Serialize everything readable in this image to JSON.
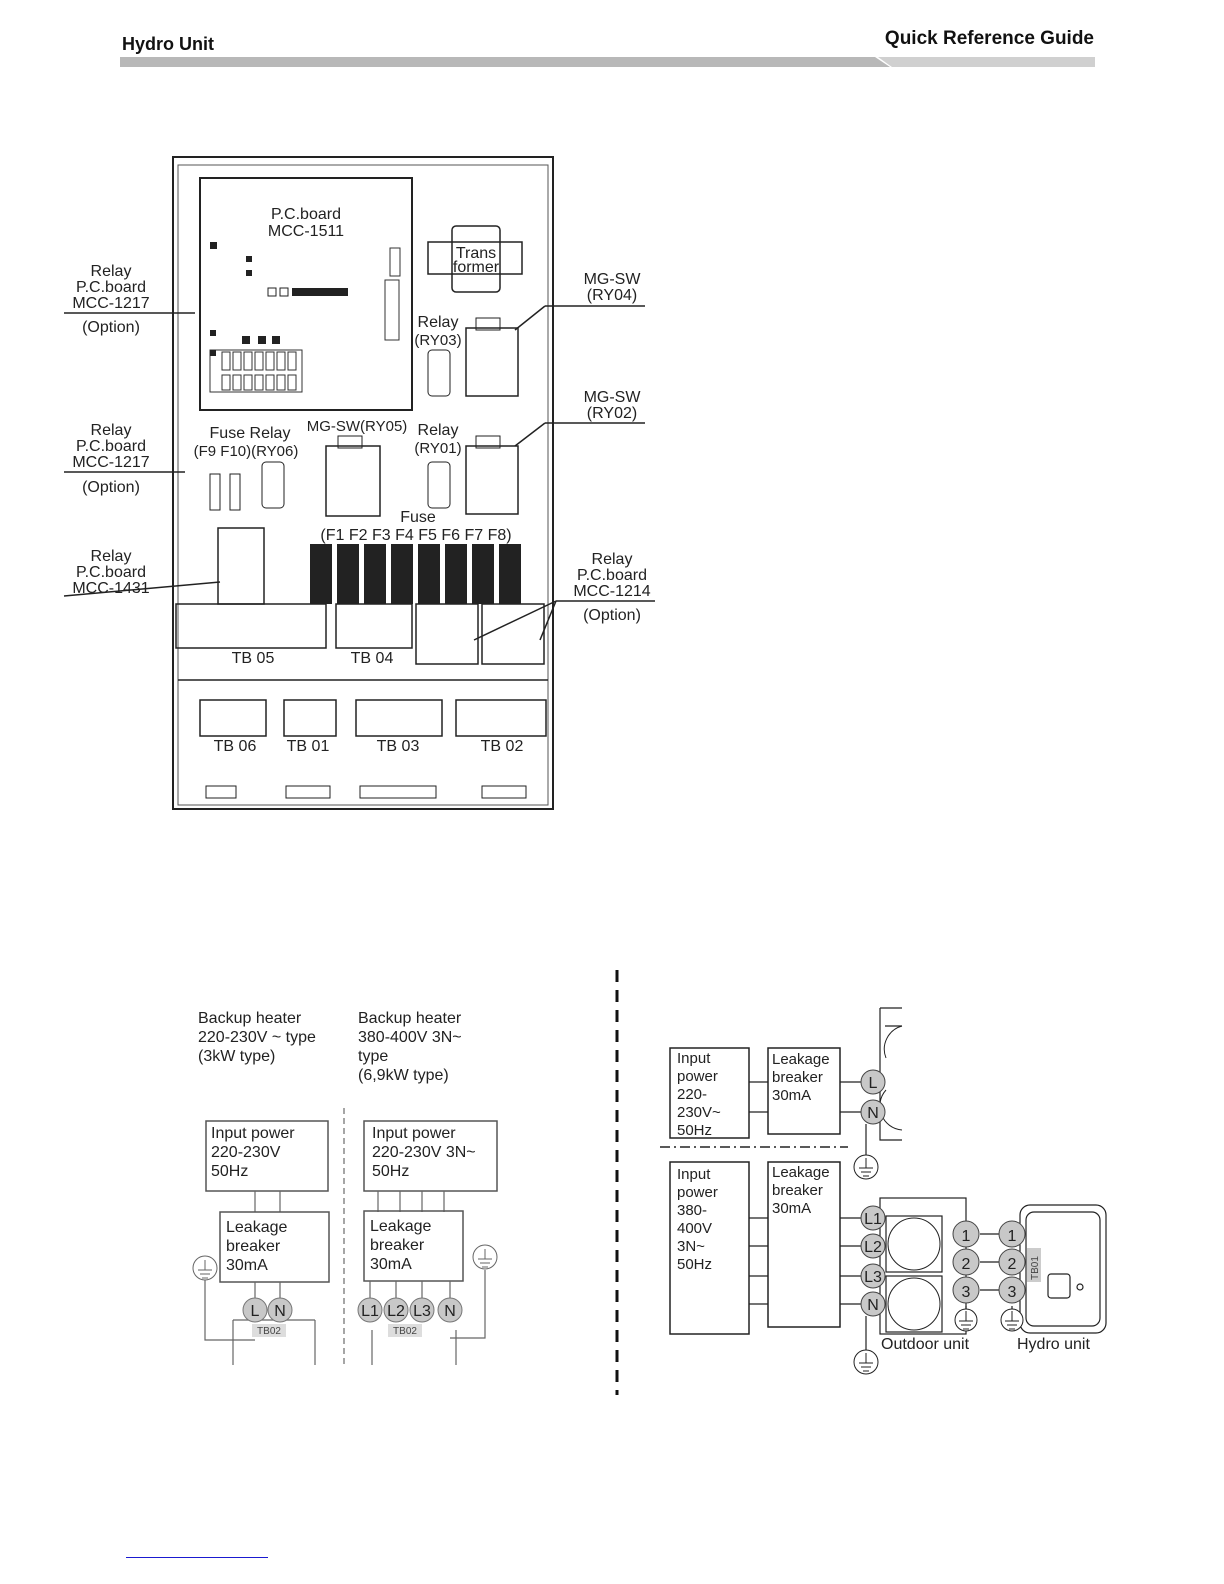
{
  "header": {
    "left_title": "Hydro Unit",
    "right_title": "Quick Reference Guide"
  },
  "control_box": {
    "pcb_main": "P.C.board",
    "pcb_main_model": "MCC-1511",
    "transformer_1": "Trans",
    "transformer_2": "former",
    "relay_pcb_1": {
      "l1": "Relay",
      "l2": "P.C.board",
      "l3": "MCC-1217",
      "l4": "(Option)"
    },
    "relay_pcb_2": {
      "l1": "Relay",
      "l2": "P.C.board",
      "l3": "MCC-1217",
      "l4": "(Option)"
    },
    "relay_pcb_3": {
      "l1": "Relay",
      "l2": "P.C.board",
      "l3": "MCC-1431"
    },
    "relay_pcb_4": {
      "l1": "Relay",
      "l2": "P.C.board",
      "l3": "MCC-1214",
      "l4": "(Option)"
    },
    "mgsw_ry04": {
      "l1": "MG-SW",
      "l2": "(RY04)"
    },
    "mgsw_ry02": {
      "l1": "MG-SW",
      "l2": "(RY02)"
    },
    "relay_ry03": {
      "l1": "Relay",
      "l2": "(RY03)"
    },
    "relay_ry01": {
      "l1": "Relay",
      "l2": "(RY01)"
    },
    "mgsw_ry05": "MG-SW(RY05)",
    "fuse_relay": "Fuse Relay",
    "fuse_relay_sub": "(F9 F10)(RY06)",
    "fuse": "Fuse",
    "fuse_list": "(F1 F2 F3 F4 F5 F6 F7 F8)",
    "terminals": {
      "tb05": "TB 05",
      "tb04": "TB 04",
      "tb06": "TB 06",
      "tb01": "TB 01",
      "tb03": "TB 03",
      "tb02": "TB 02"
    }
  },
  "wiring_left": {
    "col1_title": [
      "Backup heater",
      "220-230V ~ type",
      "(3kW type)"
    ],
    "col2_title": [
      "Backup heater",
      "380-400V 3N~",
      "type",
      "(6,9kW type)"
    ],
    "input1": [
      "Input power",
      "220-230V",
      "50Hz"
    ],
    "input2": [
      "Input power",
      "220-230V 3N~",
      "50Hz"
    ],
    "breaker1": [
      "Leakage",
      "breaker",
      "30mA"
    ],
    "breaker2": [
      "Leakage",
      "breaker",
      "30mA"
    ],
    "term1": [
      "L",
      "N"
    ],
    "term2": [
      "L1",
      "L2",
      "L3",
      "N"
    ],
    "tb_label": "TB02"
  },
  "wiring_right": {
    "input_single": [
      "Input",
      "power",
      "220-",
      "230V~",
      "50Hz"
    ],
    "input_three": [
      "Input",
      "power",
      "380-",
      "400V",
      "3N~",
      "50Hz"
    ],
    "breaker_single": [
      "Leakage",
      "breaker",
      "30mA"
    ],
    "breaker_three": [
      "Leakage",
      "breaker",
      "30mA"
    ],
    "term_single": [
      "L",
      "N"
    ],
    "term_three": [
      "L1",
      "L2",
      "L3",
      "N"
    ],
    "outdoor_nums": [
      "1",
      "2",
      "3"
    ],
    "hydro_nums": [
      "1",
      "2",
      "3"
    ],
    "tb_label": "TB01",
    "outdoor_label": "Outdoor unit",
    "hydro_label": "Hydro unit"
  }
}
